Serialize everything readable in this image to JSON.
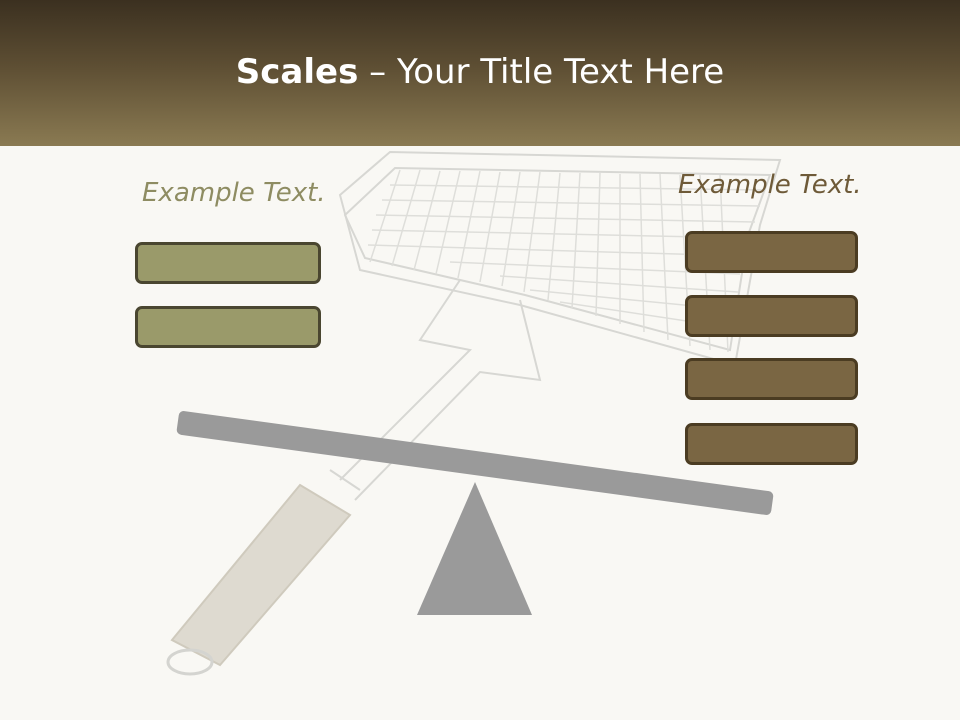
{
  "slide": {
    "title_bold": "Scales",
    "title_rest": " – Your Title Text Here",
    "left_label": "Example Text.",
    "right_label": "Example Text."
  },
  "colors": {
    "header_dark": "#3b3020",
    "header_light": "#8a7a52",
    "left_box": "#9a9a6a",
    "right_box": "#7a6643",
    "beam": "#9a9a9a",
    "fulcrum": "#9a9a9a",
    "left_label": "#8e8c62",
    "right_label": "#6e5a38"
  },
  "left_items": [
    "",
    ""
  ],
  "right_items": [
    "",
    "",
    "",
    ""
  ]
}
